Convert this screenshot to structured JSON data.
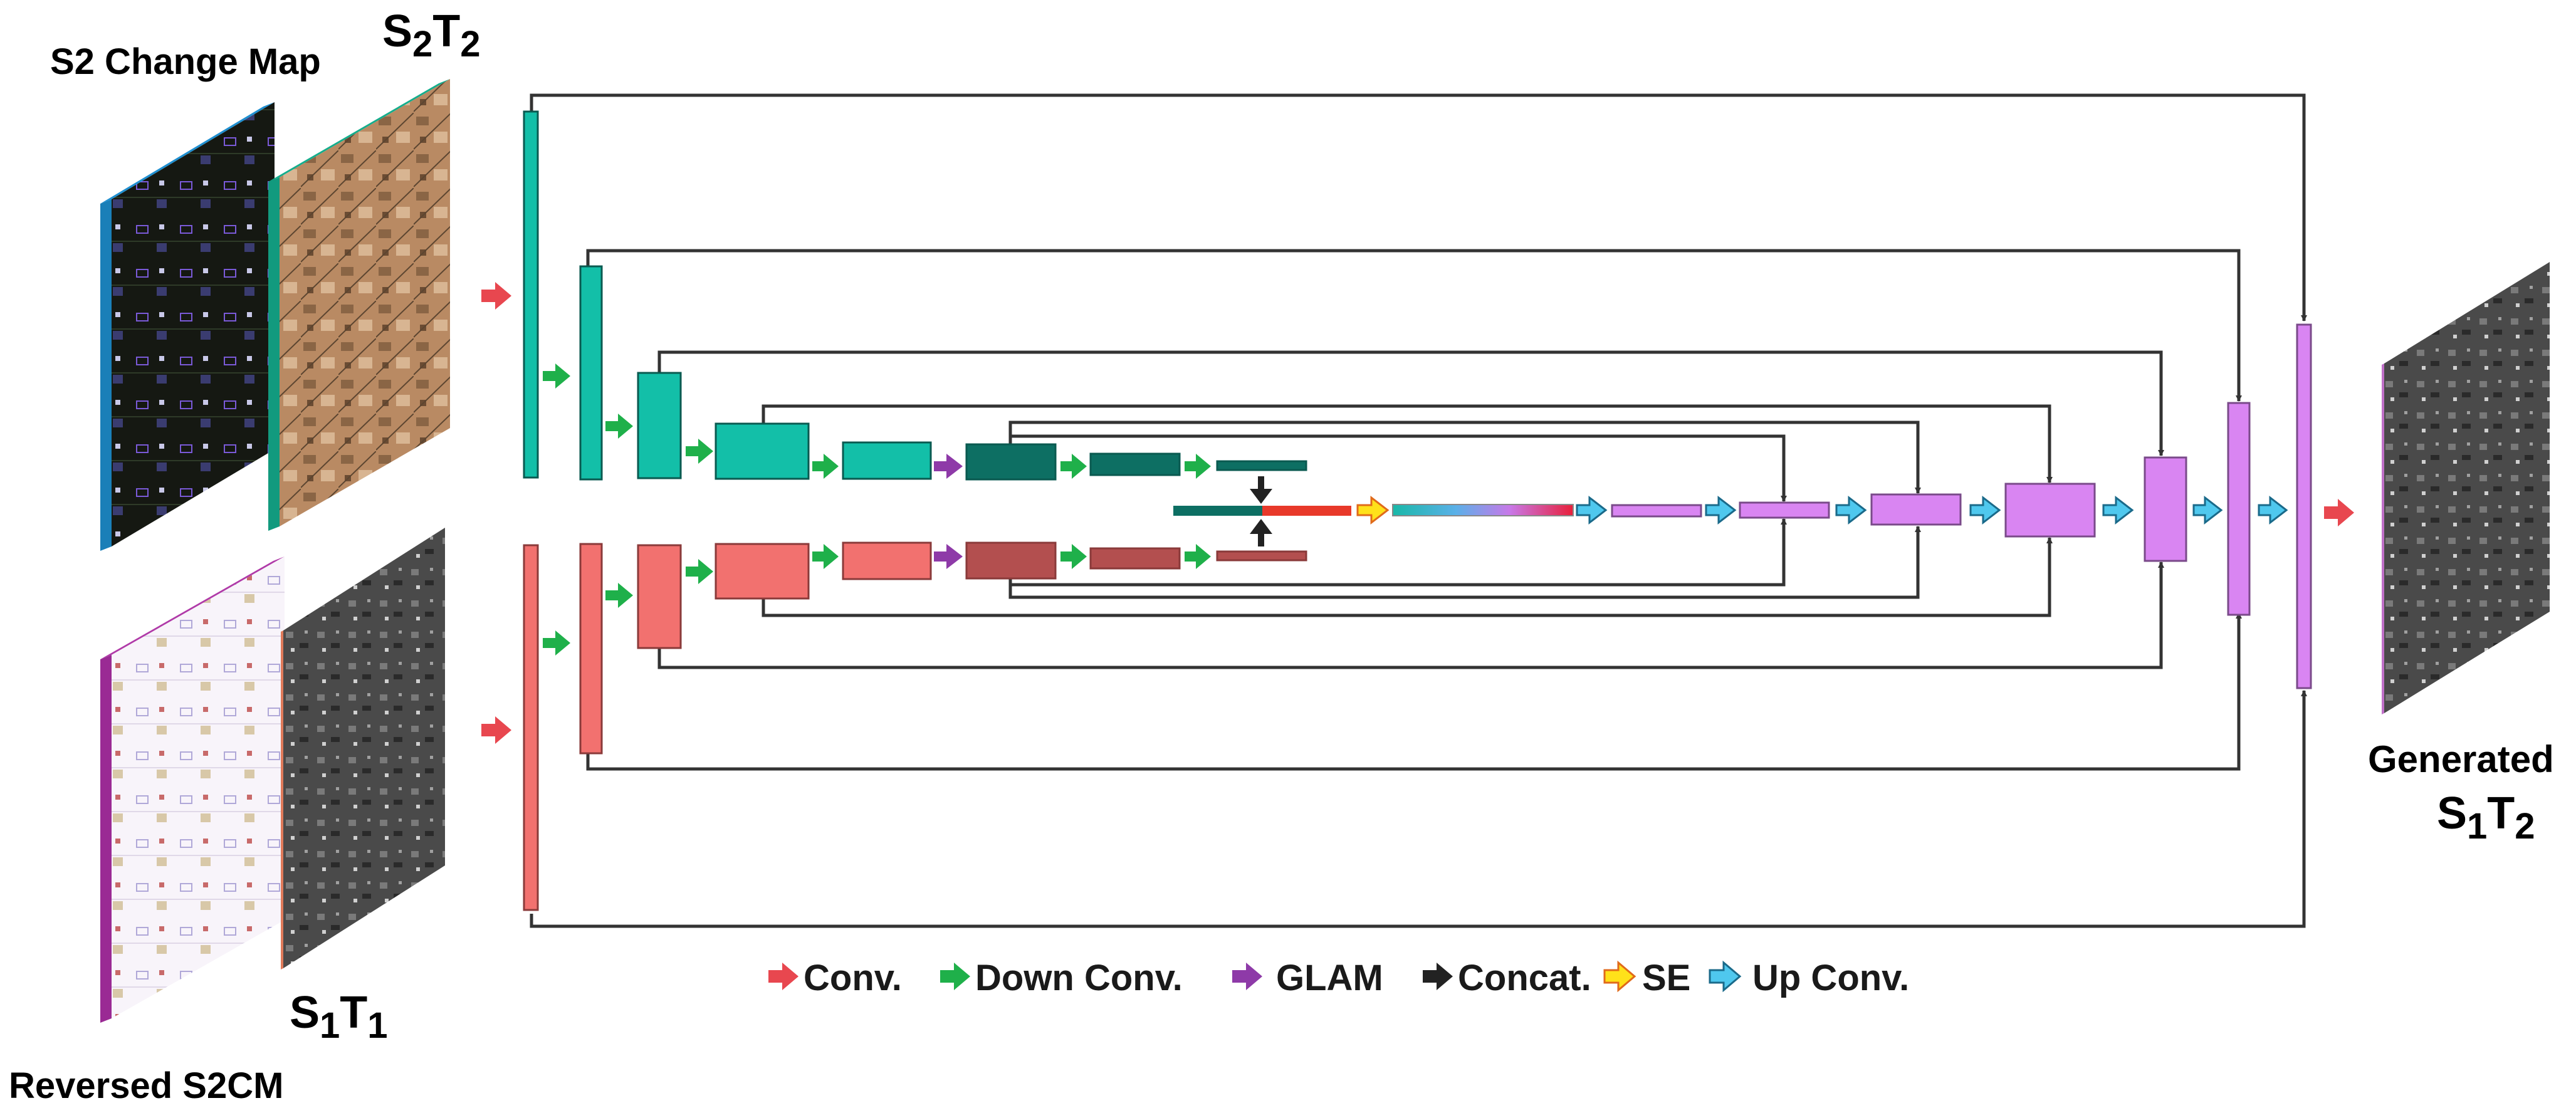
{
  "labels": {
    "s2_change_map": "S2 Change Map",
    "s2t2_main": "S",
    "s2t2_sub1": "2",
    "s2t2_main2": "T",
    "s2t2_sub2": "2",
    "s1t1_main": "S",
    "s1t1_sub1": "1",
    "s1t1_main2": "T",
    "s1t1_sub2": "1",
    "reversed_s2cm": "Reversed S2CM",
    "generated": "Generated",
    "s1t2_main": "S",
    "s1t2_sub1": "1",
    "s1t2_main2": "T",
    "s1t2_sub2": "2"
  },
  "legend": [
    {
      "label": "Conv.",
      "color": "#e8474f",
      "icon": "conv-arrow-icon"
    },
    {
      "label": "Down Conv.",
      "color": "#1fb04a",
      "icon": "down-conv-arrow-icon"
    },
    {
      "label": "GLAM",
      "color": "#8e3aa8",
      "icon": "glam-arrow-icon"
    },
    {
      "label": "Concat.",
      "color": "#222222",
      "icon": "concat-arrow-icon"
    },
    {
      "label": "SE",
      "color": "#ffe11a",
      "icon": "se-arrow-icon"
    },
    {
      "label": "Up Conv.",
      "color": "#4fc8ee",
      "icon": "up-conv-arrow-icon"
    }
  ],
  "colors": {
    "encoder_top": "#13bfa8",
    "encoder_top_dark": "#0d6f63",
    "encoder_bottom": "#f2716f",
    "encoder_bottom_dark": "#b34f4f",
    "decoder": "#d985f2",
    "skip_line": "#333333"
  }
}
